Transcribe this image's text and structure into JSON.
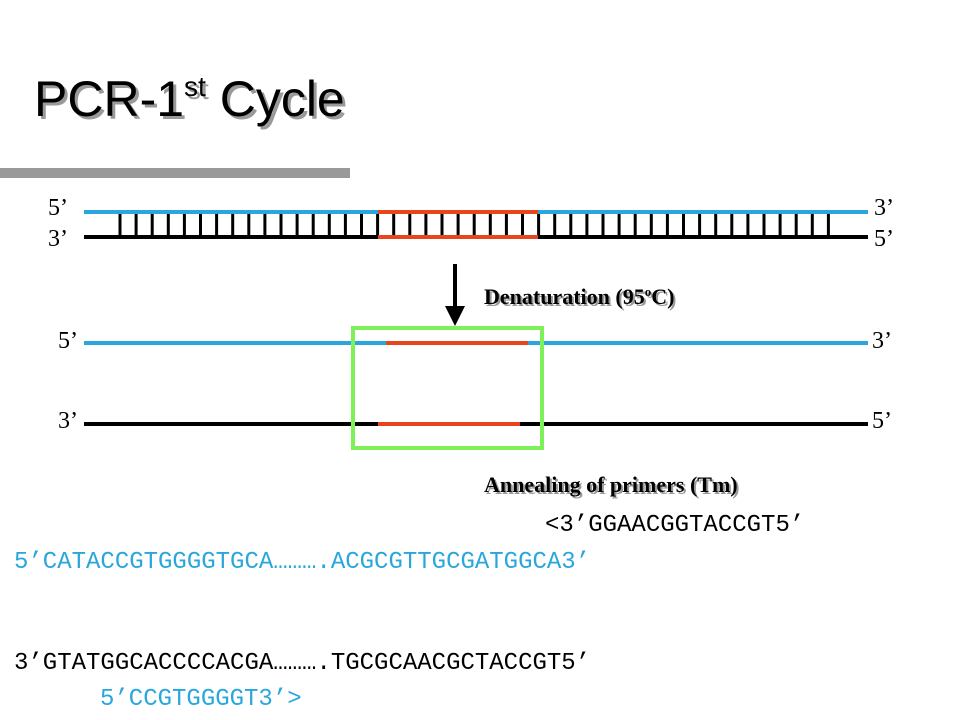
{
  "title": {
    "main": "PCR-1",
    "sup": "st",
    "rest": " Cycle"
  },
  "strand_labels": {
    "five_prime": "5’",
    "three_prime": "3’"
  },
  "captions": {
    "denaturation_text": "Denaturation (95",
    "denaturation_sup": "o",
    "denaturation_end": "C)",
    "annealing": "Annealing of primers (Tm)"
  },
  "sequences": {
    "primer_top": "<3’GGAACGGTACCGT5’",
    "template_top": "5’CATACCGTGGGGTGCA……….ACGCGTTGCGATGGCA3’",
    "template_bottom": "3’GTATGGCACCCCACGA……….TGCGCAACGCTACCGT5’",
    "primer_bottom": "5’CCGTGGGGT3’>"
  },
  "colors": {
    "blue_strand": "#29a6dc",
    "black_strand": "#000000",
    "target_region": "#e8451e",
    "box": "#7df05a"
  }
}
